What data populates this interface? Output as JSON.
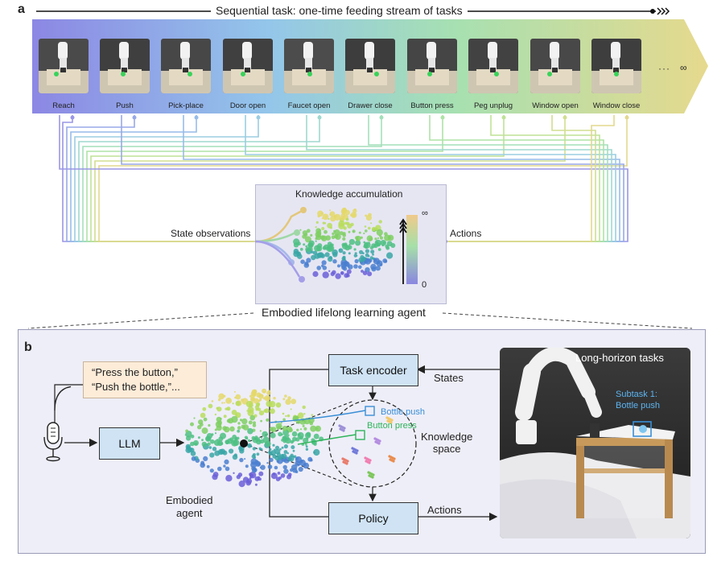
{
  "panel_a": {
    "label": "a",
    "sequence_title": "Sequential task: one-time feeding stream of tasks",
    "tasks": [
      "Reach",
      "Push",
      "Pick-place",
      "Door open",
      "Faucet open",
      "Drawer close",
      "Button press",
      "Peg unplug",
      "Window open",
      "Window close"
    ],
    "ellipsis": "···",
    "infinity": "∞",
    "knowledge_title": "Knowledge accumulation",
    "state_observations": "State observations",
    "actions": "Actions",
    "scale_top": "∞",
    "scale_bottom": "0",
    "agent_caption": "Embodied lifelong learning agent"
  },
  "panel_b": {
    "label": "b",
    "quote_line1": "“Press the button,”",
    "quote_line2": "“Push the bottle,”...",
    "llm": "LLM",
    "task_encoder": "Task encoder",
    "states": "States",
    "policy": "Policy",
    "actions": "Actions",
    "bottle_push": "Bottle push",
    "button_press": "Button press",
    "knowledge_space_line1": "Knowledge",
    "knowledge_space_line2": "space",
    "embodied_line1": "Embodied",
    "embodied_line2": "agent",
    "photo_title": "Long-horizon tasks",
    "subtask_line1": "Subtask 1:",
    "subtask_line2": "Bottle push"
  },
  "colors": {
    "gradient_blue": "#8a86e0",
    "gradient_green": "#9fd8a6",
    "gradient_yellow": "#e9d98e",
    "box_fill": "#cfe3f4",
    "quote_fill": "#fcecd8",
    "accent_blue": "#3a8fd6",
    "accent_green": "#2fb45a"
  }
}
